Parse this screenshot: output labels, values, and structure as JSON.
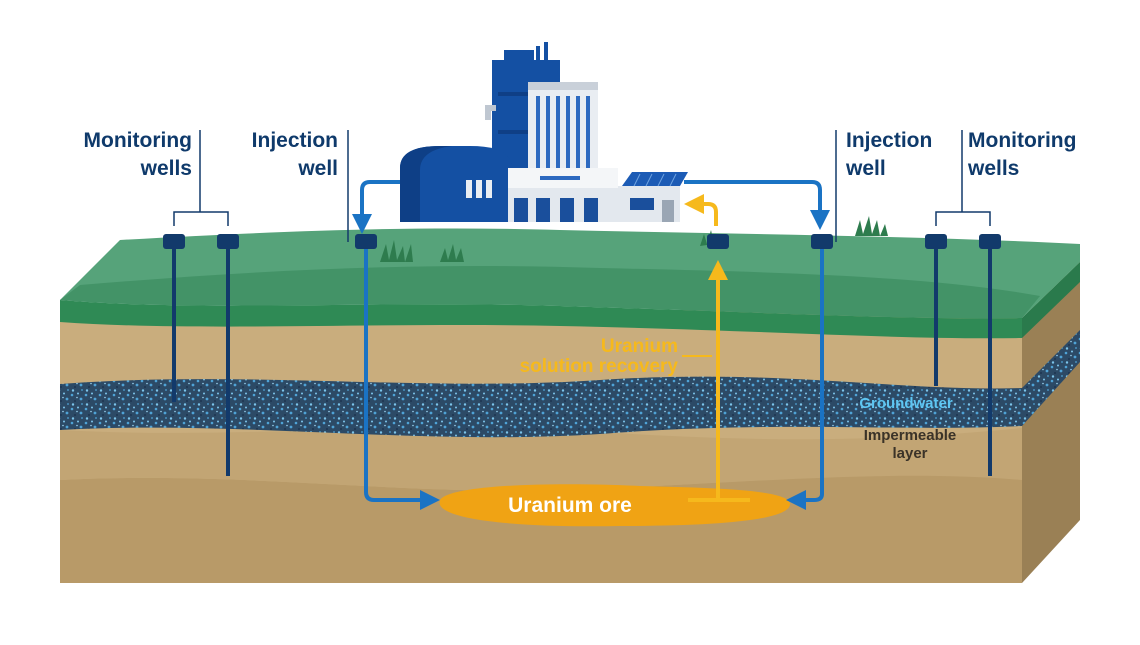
{
  "labels": {
    "monitoring_left": [
      "Monitoring",
      "wells"
    ],
    "injection_left": [
      "Injection",
      "well"
    ],
    "injection_right": [
      "Injection",
      "well"
    ],
    "monitoring_right": [
      "Monitoring",
      "wells"
    ],
    "recovery": [
      "Uranium",
      "solution recovery"
    ],
    "ore": "Uranium ore",
    "groundwater": "Groundwater",
    "impermeable": [
      "Impermeable",
      "layer"
    ]
  },
  "colors": {
    "grass_top": "#56a37a",
    "grass_front": "#2f8a55",
    "soil": "#c9ad7d",
    "soil_side": "#9a8055",
    "aquifer": "#2c4a66",
    "aquifer_speckle": "#4fa3d6",
    "injection_flow": "#1a73c4",
    "recovery_flow": "#f6b91c",
    "ore": "#f0a314",
    "well_pipe": "#123a6b",
    "plant_blue": "#1450a3",
    "label_dark": "#0f3a6b"
  },
  "icons": [
    "processing-plant-icon",
    "well-cap-icon",
    "grass-tuft-icon"
  ]
}
